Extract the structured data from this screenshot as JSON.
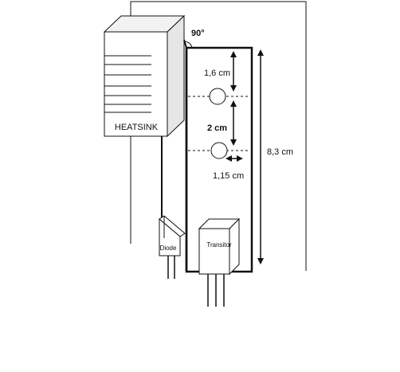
{
  "labels": {
    "heatsink": "HEATSINK",
    "angle": "90°",
    "top_gap": "1,6 cm",
    "hole_gap": "2 cm",
    "hole_offset": "1,15 cm",
    "plate_height": "8,3 cm",
    "transistor": "Transitor",
    "diode": "Diode"
  },
  "colors": {
    "stroke": "#111111",
    "heatsink_top": "#f2f2f2",
    "heatsink_side": "#e6e6e6",
    "background": "#ffffff"
  }
}
